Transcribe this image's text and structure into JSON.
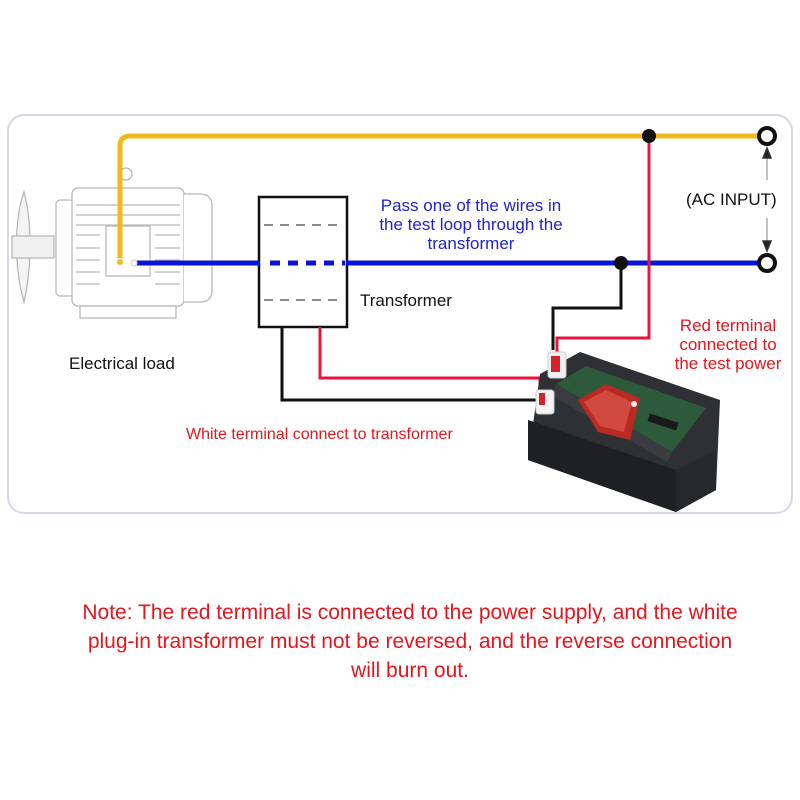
{
  "labels": {
    "pass_wire": [
      "Pass one of the wires in",
      "the test loop through the",
      "transformer"
    ],
    "ac_input": "(AC INPUT)",
    "transformer": "Transformer",
    "electrical_load": "Electrical load",
    "red_terminal": [
      "Red terminal",
      "connected to",
      "the test power"
    ],
    "white_terminal": "White terminal connect to transformer"
  },
  "note": [
    "Note: The red terminal is connected to the power supply, and the white",
    "plug-in transformer must not be reversed, and the reverse connection",
    "will burn out."
  ],
  "colors": {
    "yellow_wire": "#f2b81c",
    "blue_wire": "#0a14d8",
    "red_wire": "#e8143c",
    "black_wire": "#111111",
    "label_blue": "#2222cc",
    "label_red": "#e8141c",
    "frame": "#d6d6ea"
  }
}
